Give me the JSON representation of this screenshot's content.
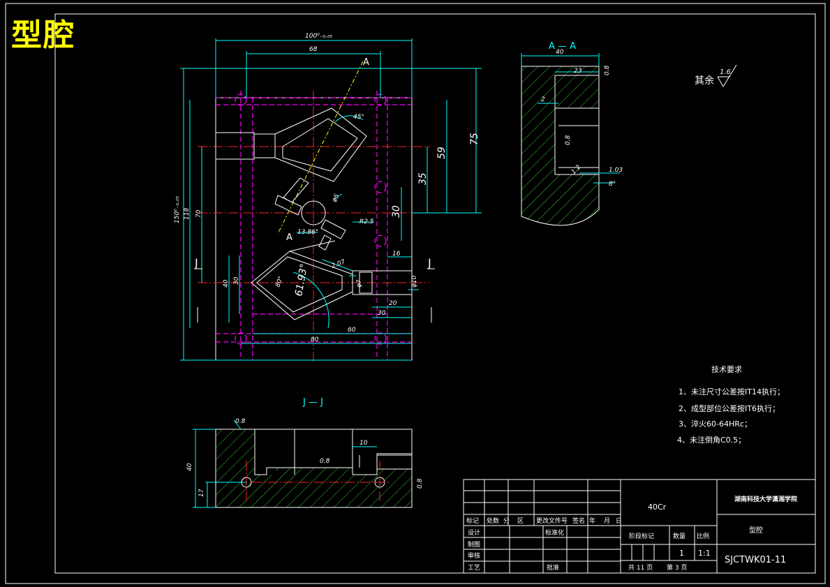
{
  "title": "型腔",
  "section_aa": "A — A",
  "section_jj": "J — J",
  "label_a_top": "A",
  "label_a_bottom": "A",
  "label_j_left": "J",
  "label_j_right": "J",
  "roughness_rest": {
    "label": "其余",
    "value": "1.6"
  },
  "dimensions": {
    "d100": "100⁰₋₀.₀₅",
    "d68": "68",
    "d45": "45°",
    "d75": "75",
    "d59": "59",
    "d35": "35",
    "d30v": "30",
    "d150": "150⁰₋₀.₀₅",
    "d118": "118",
    "d70": "70",
    "d40": "40",
    "d30": "30",
    "dphi5": "φ5",
    "dr25": "R2.5",
    "d1386": "13.86°",
    "d207": "2.07",
    "d6193": "61.93°",
    "d80": "80°",
    "dphi7": "φ7",
    "dphi10": "φ10",
    "d16": "16",
    "d20": "20",
    "d30b": "30",
    "d60": "60",
    "d80b": "80"
  },
  "aa_dims": {
    "d40": "40",
    "d23": "23",
    "d08a": "0.8",
    "d2": "2",
    "d08b": "0.8",
    "d12": "1.2",
    "d103": "1.03",
    "d8": "8°"
  },
  "jj_dims": {
    "d08a": "0.8",
    "d10": "10",
    "d08b": "0.8",
    "d40": "40",
    "d17": "17",
    "d08c": "0.8"
  },
  "tech_req": {
    "heading": "技术要求",
    "items": [
      "1、未注尺寸公差按IT14执行；",
      "2、成型部位公差按IT6执行；",
      "3、淬火60-64HRc；",
      "4、未注倒角C0.5；"
    ]
  },
  "title_block": {
    "material": "40Cr",
    "school": "湖南科技大学潇湘学院",
    "part_name": "型腔",
    "drawing_no": "SJCTWK01-11",
    "rev_headers": [
      "标记",
      "处数",
      "分",
      "区",
      "更改文件号",
      "签名",
      "年",
      "月",
      "日"
    ],
    "left_rows": [
      "设计",
      "制图",
      "审核",
      "工艺"
    ],
    "std_label": "标准化",
    "approve_label": "批准",
    "stage_label": "阶段标记",
    "qty_label": "数量",
    "scale_label": "比例",
    "qty_value": "1",
    "scale_value": "1:1",
    "sheet_total": "共 11 页",
    "sheet_no": "第 3 页"
  }
}
